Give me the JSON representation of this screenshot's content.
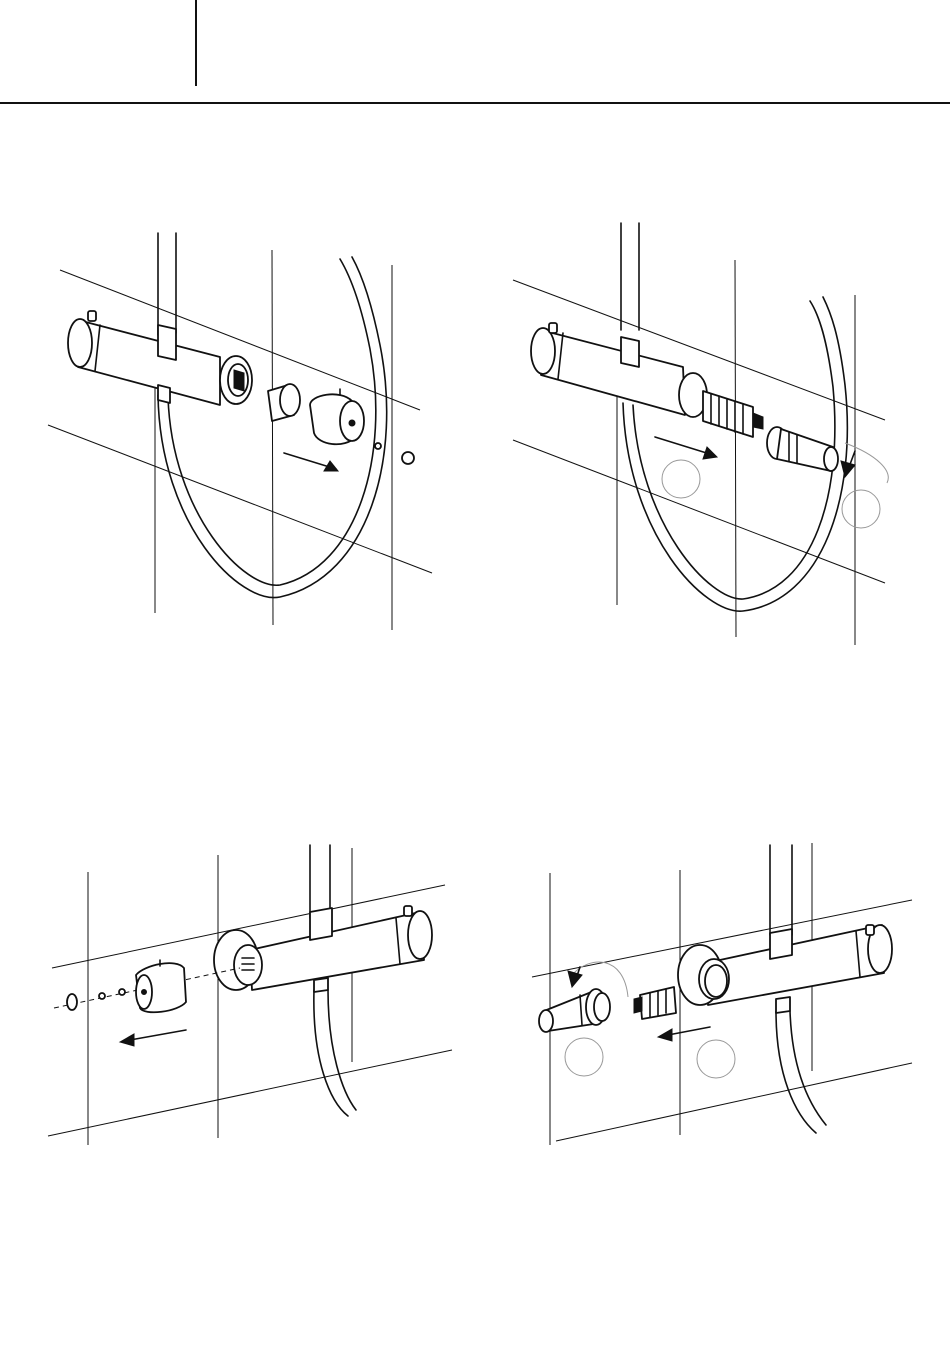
{
  "page": {
    "header": {
      "left_box": "",
      "right_box": ""
    },
    "figures": [
      {
        "step": "remove-handle-and-cover"
      },
      {
        "step": "unscrew-thermostatic-cartridge"
      },
      {
        "step": "remove-cover-cold-side"
      },
      {
        "step": "unscrew-stop-cartridge"
      }
    ],
    "icons": {
      "arrow": "arrow-icon",
      "rotate": "rotate-arrow-icon",
      "step_circle": "step-circle-icon"
    }
  }
}
